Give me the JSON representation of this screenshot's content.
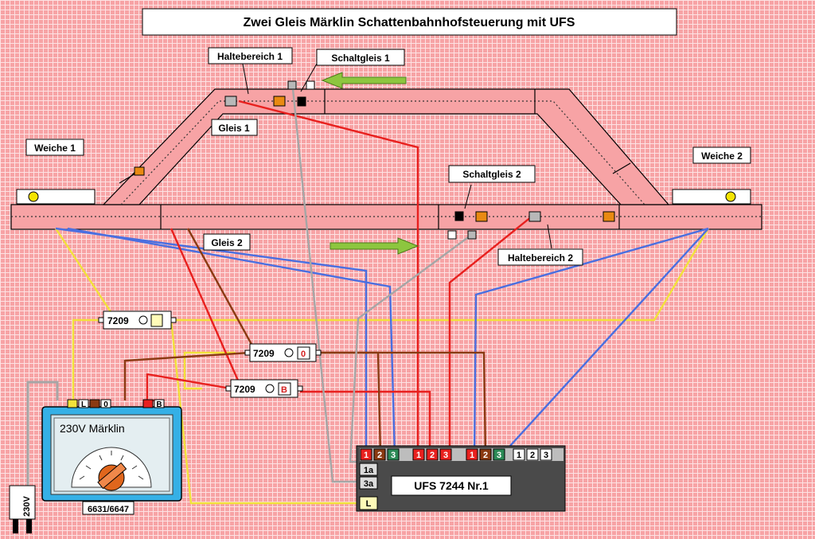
{
  "title": "Zwei Gleis Märklin Schattenbahnhofsteuerung mit UFS",
  "labels": {
    "haltebereich1": "Haltebereich 1",
    "schaltgleis1": "Schaltgleis 1",
    "gleis1": "Gleis 1",
    "weiche1": "Weiche 1",
    "weiche2": "Weiche 2",
    "schaltgleis2": "Schaltgleis 2",
    "gleis2": "Gleis 2",
    "haltebereich2": "Haltebereich 2"
  },
  "relays": [
    {
      "number": "7209",
      "indicator": ""
    },
    {
      "number": "7209",
      "indicator": "0"
    },
    {
      "number": "7209",
      "indicator": "B"
    }
  ],
  "transformer": {
    "name": "230V Märklin",
    "model": "6631/6647",
    "plug": "230V",
    "terminals": [
      "L",
      "0",
      "B"
    ]
  },
  "ufs": {
    "title": "UFS 7244 Nr.1",
    "terminal_groups": [
      [
        "1",
        "2",
        "3"
      ],
      [
        "1",
        "2",
        "3"
      ],
      [
        "1",
        "2",
        "3"
      ],
      [
        "1",
        "2",
        "3"
      ]
    ],
    "side_terminals": [
      "1a",
      "3a",
      "L"
    ]
  },
  "colors": {
    "background": "#f7a3a5",
    "red": "#e8201e",
    "brown": "#8a3a12",
    "blue": "#4a6fe0",
    "yellow": "#f2e23a",
    "grey": "#a6a6a6",
    "orange": "#e98a12",
    "green_arrow": "#8dc63f",
    "transformer_blue": "#35b0e6"
  },
  "icons": [
    "green-arrow-left-icon",
    "green-arrow-right-icon",
    "signal-lamp-icon",
    "dial-knob-icon"
  ]
}
